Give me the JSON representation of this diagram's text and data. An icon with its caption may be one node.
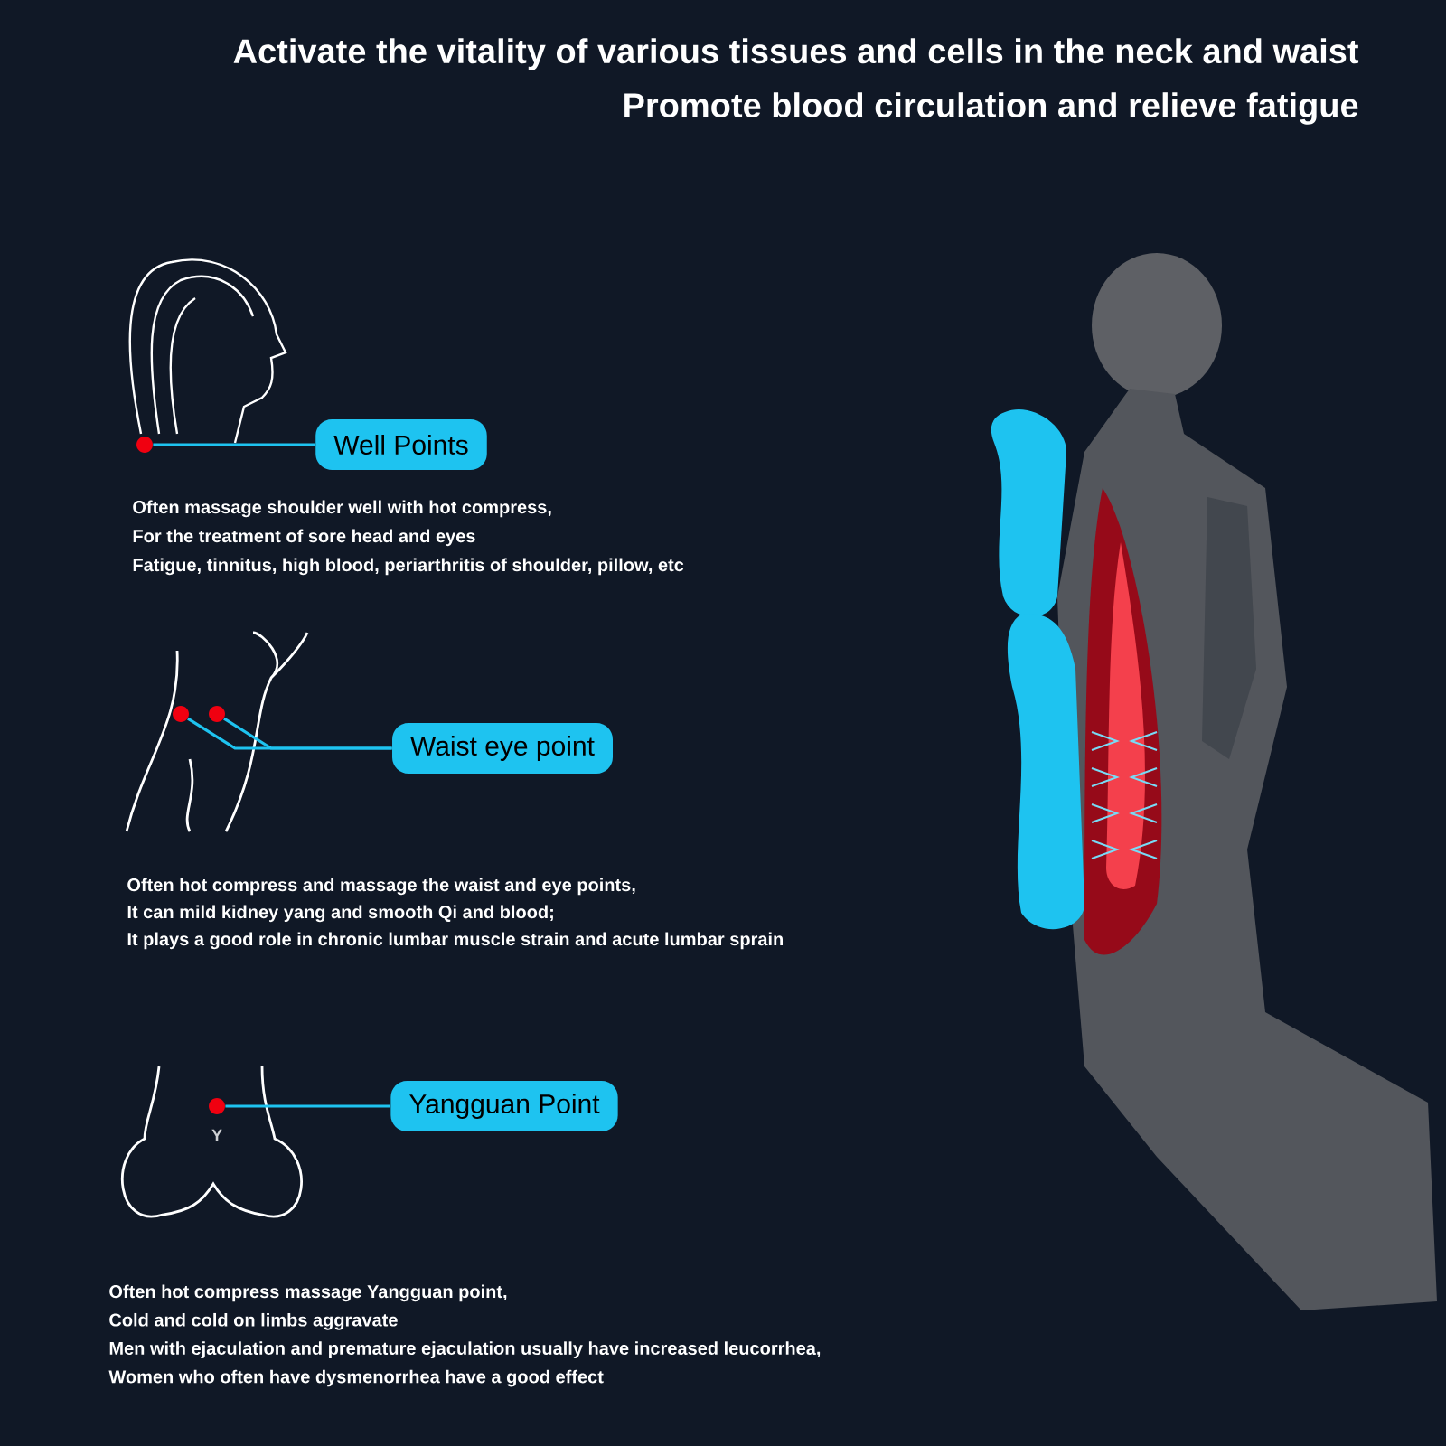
{
  "diagram": {
    "title": "Activate the vitality of various tissues and cells in the neck and waist",
    "nodes": [
      {
        "text": [
          "Well Points"
        ],
        "beside": [
          "Often massage shoulder well with hot compress,",
          "For the treatment of sore head and eyes",
          "Fatigue, tinnitus, high blood, periarthritis of shoulder, pillow, etc"
        ]
      },
      {
        "text": [],
        "shape": "circle"
      },
      {
        "text": [
          "Waist eye point"
        ],
        "beside": [
          "Often hot compress and massage the waist and eye points,",
          "It can mild kidney yang and smooth Qi and blood;",
          "It plays a good role in chronic lumbar muscle strain and acute lumbar sprain"
        ]
      },
      {
        "text": [],
        "shape": "circle"
      },
      {
        "text": [],
        "shape": "circle"
      },
      {
        "text": [
          "Yangguan Point"
        ],
        "beside": [
          "Often hot compress massage Yangguan point,",
          "Cold and cold on limbs aggravate",
          "Men with ejaculation and premature ejaculation usually have increased leucorrhea,",
          "Women who often have dysmenorrhea have a good effect"
        ]
      },
      {
        "text": [],
        "shape": "circle"
      }
    ],
    "edges": [
      {
        "from": 1,
        "to": 0,
        "arrow": "none"
      },
      {
        "from": 3,
        "to": 2,
        "arrow": "none"
      },
      {
        "from": 4,
        "to": 2,
        "arrow": "none"
      },
      {
        "from": 6,
        "to": 5,
        "arrow": "none"
      }
    ],
    "labels": [
      "Promote blood circulation and relieve fatigue",
      "Y"
    ]
  }
}
